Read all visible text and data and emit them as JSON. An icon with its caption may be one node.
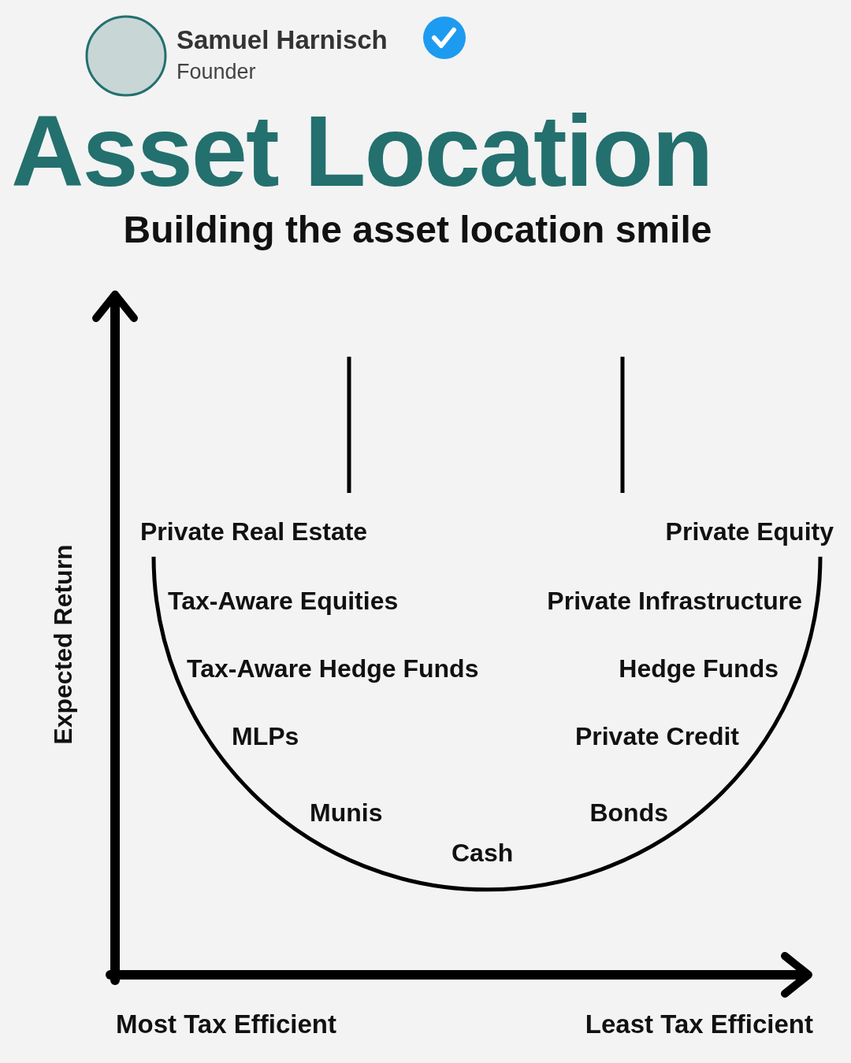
{
  "diagram": {
    "title": "Asset Location",
    "labels": [
      "Samuel Harnisch",
      "Founder",
      "Building the asset location smile",
      "Private Real Estate",
      "Private Equity",
      "Tax-Aware Equities",
      "Private Infrastructure",
      "Tax-Aware Hedge Funds",
      "Hedge Funds",
      "MLPs",
      "Private Credit",
      "Munis",
      "Bonds",
      "Cash",
      "Expected Return",
      "Most Tax Efficient",
      "Least Tax Efficient"
    ]
  }
}
